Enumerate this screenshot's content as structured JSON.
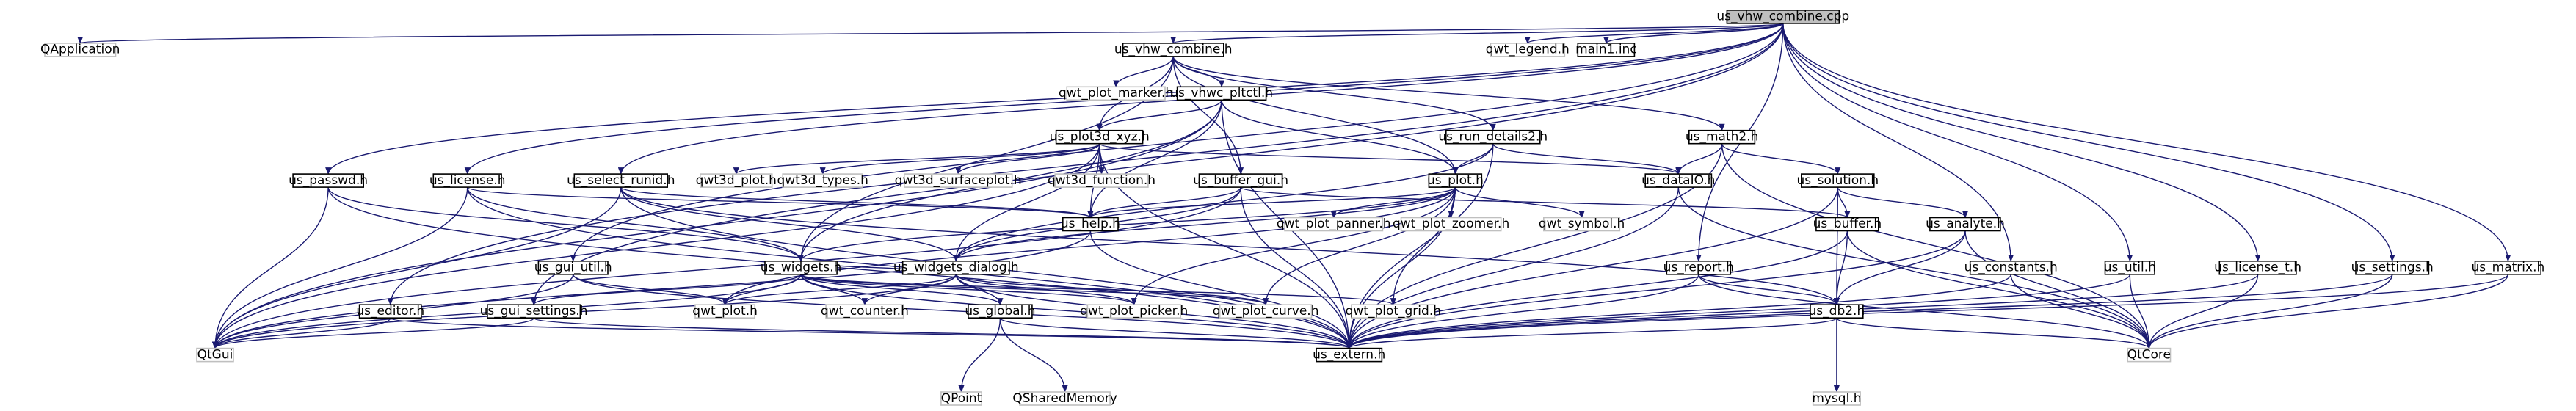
{
  "graph": {
    "root": "us_vhw_combine.cpp",
    "nodes": {
      "root": {
        "label": "us_vhw_combine.cpp",
        "kind": "main"
      },
      "QApplication": {
        "label": "QApplication",
        "kind": "ext"
      },
      "us_vhw_combine_h": {
        "label": "us_vhw_combine.h",
        "kind": "hdr"
      },
      "qwt_plot_marker": {
        "label": "qwt_plot_marker.h",
        "kind": "ext"
      },
      "us_vhwc_pltctl": {
        "label": "us_vhwc_pltctl.h",
        "kind": "hdr"
      },
      "us_plot3d_xyz": {
        "label": "us_plot3d_xyz.h",
        "kind": "hdr"
      },
      "us_run_details2": {
        "label": "us_run_details2.h",
        "kind": "hdr"
      },
      "us_math2": {
        "label": "us_math2.h",
        "kind": "hdr"
      },
      "qwt_legend": {
        "label": "qwt_legend.h",
        "kind": "ext"
      },
      "main1": {
        "label": "main1.inc",
        "kind": "hdr"
      },
      "us_passwd": {
        "label": "us_passwd.h",
        "kind": "hdr"
      },
      "us_license": {
        "label": "us_license.h",
        "kind": "hdr"
      },
      "us_select_runid": {
        "label": "us_select_runid.h",
        "kind": "hdr"
      },
      "qwt3d_plot": {
        "label": "qwt3d_plot.h",
        "kind": "ext"
      },
      "qwt3d_types": {
        "label": "qwt3d_types.h",
        "kind": "ext"
      },
      "qwt3d_surfaceplot": {
        "label": "qwt3d_surfaceplot.h",
        "kind": "ext"
      },
      "qwt3d_function": {
        "label": "qwt3d_function.h",
        "kind": "ext"
      },
      "us_buffer_gui": {
        "label": "us_buffer_gui.h",
        "kind": "hdr"
      },
      "us_plot": {
        "label": "us_plot.h",
        "kind": "hdr"
      },
      "us_dataIO": {
        "label": "us_dataIO.h",
        "kind": "hdr"
      },
      "us_solution": {
        "label": "us_solution.h",
        "kind": "hdr"
      },
      "us_help": {
        "label": "us_help.h",
        "kind": "hdr"
      },
      "qwt_plot_panner": {
        "label": "qwt_plot_panner.h",
        "kind": "ext"
      },
      "qwt_plot_zoomer": {
        "label": "qwt_plot_zoomer.h",
        "kind": "ext"
      },
      "qwt_symbol": {
        "label": "qwt_symbol.h",
        "kind": "ext"
      },
      "us_buffer": {
        "label": "us_buffer.h",
        "kind": "hdr"
      },
      "us_analyte": {
        "label": "us_analyte.h",
        "kind": "hdr"
      },
      "us_gui_util": {
        "label": "us_gui_util.h",
        "kind": "hdr"
      },
      "us_widgets": {
        "label": "us_widgets.h",
        "kind": "hdr"
      },
      "us_widgets_dialog": {
        "label": "us_widgets_dialog.h",
        "kind": "hdr"
      },
      "us_report": {
        "label": "us_report.h",
        "kind": "hdr"
      },
      "us_db2": {
        "label": "us_db2.h",
        "kind": "hdr"
      },
      "us_constants": {
        "label": "us_constants.h",
        "kind": "hdr"
      },
      "us_util": {
        "label": "us_util.h",
        "kind": "hdr"
      },
      "us_license_t": {
        "label": "us_license_t.h",
        "kind": "hdr"
      },
      "us_settings": {
        "label": "us_settings.h",
        "kind": "hdr"
      },
      "us_matrix": {
        "label": "us_matrix.h",
        "kind": "hdr"
      },
      "us_editor": {
        "label": "us_editor.h",
        "kind": "hdr"
      },
      "us_gui_settings": {
        "label": "us_gui_settings.h",
        "kind": "hdr"
      },
      "qwt_plot": {
        "label": "qwt_plot.h",
        "kind": "ext"
      },
      "qwt_counter": {
        "label": "qwt_counter.h",
        "kind": "ext"
      },
      "us_global": {
        "label": "us_global.h",
        "kind": "hdr"
      },
      "qwt_plot_picker": {
        "label": "qwt_plot_picker.h",
        "kind": "ext"
      },
      "qwt_plot_curve": {
        "label": "qwt_plot_curve.h",
        "kind": "ext"
      },
      "qwt_plot_grid": {
        "label": "qwt_plot_grid.h",
        "kind": "ext"
      },
      "QtGui": {
        "label": "QtGui",
        "kind": "ext"
      },
      "us_extern": {
        "label": "us_extern.h",
        "kind": "hdr"
      },
      "QPoint": {
        "label": "QPoint",
        "kind": "ext"
      },
      "QSharedMemory": {
        "label": "QSharedMemory",
        "kind": "ext"
      },
      "mysql": {
        "label": "mysql.h",
        "kind": "ext"
      },
      "QtCore": {
        "label": "QtCore",
        "kind": "ext"
      }
    },
    "edges": [
      [
        "root",
        "QApplication"
      ],
      [
        "root",
        "us_vhw_combine_h"
      ],
      [
        "root",
        "qwt_legend"
      ],
      [
        "root",
        "main1"
      ],
      [
        "root",
        "us_passwd"
      ],
      [
        "root",
        "us_license"
      ],
      [
        "root",
        "us_select_runid"
      ],
      [
        "root",
        "us_gui_util"
      ],
      [
        "root",
        "us_gui_settings"
      ],
      [
        "root",
        "us_editor"
      ],
      [
        "root",
        "us_report"
      ],
      [
        "root",
        "us_constants"
      ],
      [
        "root",
        "us_util"
      ],
      [
        "root",
        "us_license_t"
      ],
      [
        "root",
        "us_settings"
      ],
      [
        "root",
        "us_matrix"
      ],
      [
        "us_vhw_combine_h",
        "qwt_plot_marker"
      ],
      [
        "us_vhw_combine_h",
        "us_vhwc_pltctl"
      ],
      [
        "us_vhw_combine_h",
        "us_plot3d_xyz"
      ],
      [
        "us_vhw_combine_h",
        "us_run_details2"
      ],
      [
        "us_vhw_combine_h",
        "us_math2"
      ],
      [
        "us_vhw_combine_h",
        "us_buffer_gui"
      ],
      [
        "us_vhw_combine_h",
        "us_plot"
      ],
      [
        "us_vhw_combine_h",
        "us_widgets"
      ],
      [
        "us_vhwc_pltctl",
        "us_plot3d_xyz"
      ],
      [
        "us_vhwc_pltctl",
        "us_plot"
      ],
      [
        "us_vhwc_pltctl",
        "us_widgets"
      ],
      [
        "us_vhwc_pltctl",
        "us_help"
      ],
      [
        "us_vhwc_pltctl",
        "QtGui"
      ],
      [
        "us_vhwc_pltctl",
        "us_extern"
      ],
      [
        "us_plot3d_xyz",
        "qwt3d_plot"
      ],
      [
        "us_plot3d_xyz",
        "qwt3d_types"
      ],
      [
        "us_plot3d_xyz",
        "qwt3d_surfaceplot"
      ],
      [
        "us_plot3d_xyz",
        "qwt3d_function"
      ],
      [
        "us_plot3d_xyz",
        "us_widgets_dialog"
      ],
      [
        "us_plot3d_xyz",
        "us_help"
      ],
      [
        "us_plot3d_xyz",
        "us_dataIO"
      ],
      [
        "us_plot3d_xyz",
        "QtGui"
      ],
      [
        "us_plot3d_xyz",
        "us_extern"
      ],
      [
        "us_run_details2",
        "us_plot"
      ],
      [
        "us_run_details2",
        "us_widgets_dialog"
      ],
      [
        "us_run_details2",
        "us_dataIO"
      ],
      [
        "us_run_details2",
        "us_extern"
      ],
      [
        "us_math2",
        "us_dataIO"
      ],
      [
        "us_math2",
        "us_solution"
      ],
      [
        "us_math2",
        "us_extern"
      ],
      [
        "us_math2",
        "QtCore"
      ],
      [
        "us_passwd",
        "us_widgets"
      ],
      [
        "us_passwd",
        "QtGui"
      ],
      [
        "us_passwd",
        "us_extern"
      ],
      [
        "us_license",
        "us_widgets"
      ],
      [
        "us_license",
        "us_help"
      ],
      [
        "us_license",
        "QtGui"
      ],
      [
        "us_license",
        "us_extern"
      ],
      [
        "us_select_runid",
        "us_widgets_dialog"
      ],
      [
        "us_select_runid",
        "us_help"
      ],
      [
        "us_select_runid",
        "us_db2"
      ],
      [
        "us_select_runid",
        "QtGui"
      ],
      [
        "us_select_runid",
        "us_extern"
      ],
      [
        "us_buffer_gui",
        "us_widgets_dialog"
      ],
      [
        "us_buffer_gui",
        "us_help"
      ],
      [
        "us_buffer_gui",
        "us_buffer"
      ],
      [
        "us_buffer_gui",
        "QtGui"
      ],
      [
        "us_buffer_gui",
        "us_extern"
      ],
      [
        "us_plot",
        "qwt_plot_panner"
      ],
      [
        "us_plot",
        "qwt_plot_zoomer"
      ],
      [
        "us_plot",
        "qwt_symbol"
      ],
      [
        "us_plot",
        "us_widgets_dialog"
      ],
      [
        "us_plot",
        "us_widgets"
      ],
      [
        "us_plot",
        "us_help"
      ],
      [
        "us_plot",
        "qwt_plot"
      ],
      [
        "us_plot",
        "qwt_plot_picker"
      ],
      [
        "us_plot",
        "qwt_plot_curve"
      ],
      [
        "us_plot",
        "qwt_plot_grid"
      ],
      [
        "us_plot",
        "us_extern"
      ],
      [
        "us_dataIO",
        "us_extern"
      ],
      [
        "us_dataIO",
        "QtCore"
      ],
      [
        "us_solution",
        "us_buffer"
      ],
      [
        "us_solution",
        "us_analyte"
      ],
      [
        "us_solution",
        "us_db2"
      ],
      [
        "us_solution",
        "us_extern"
      ],
      [
        "us_buffer",
        "us_db2"
      ],
      [
        "us_buffer",
        "us_extern"
      ],
      [
        "us_buffer",
        "QtCore"
      ],
      [
        "us_analyte",
        "us_db2"
      ],
      [
        "us_analyte",
        "us_extern"
      ],
      [
        "us_analyte",
        "QtCore"
      ],
      [
        "us_help",
        "QtGui"
      ],
      [
        "us_help",
        "us_extern"
      ],
      [
        "us_gui_util",
        "qwt_plot"
      ],
      [
        "us_gui_util",
        "QtGui"
      ],
      [
        "us_gui_util",
        "us_extern"
      ],
      [
        "us_widgets",
        "us_gui_settings"
      ],
      [
        "us_widgets",
        "qwt_plot"
      ],
      [
        "us_widgets",
        "qwt_counter"
      ],
      [
        "us_widgets",
        "us_global"
      ],
      [
        "us_widgets",
        "qwt_plot_picker"
      ],
      [
        "us_widgets",
        "qwt_plot_curve"
      ],
      [
        "us_widgets",
        "qwt_plot_grid"
      ],
      [
        "us_widgets",
        "QtGui"
      ],
      [
        "us_widgets",
        "us_extern"
      ],
      [
        "us_widgets_dialog",
        "us_widgets"
      ],
      [
        "us_widgets_dialog",
        "qwt_plot"
      ],
      [
        "us_widgets_dialog",
        "qwt_counter"
      ],
      [
        "us_widgets_dialog",
        "us_global"
      ],
      [
        "us_widgets_dialog",
        "qwt_plot_picker"
      ],
      [
        "us_widgets_dialog",
        "qwt_plot_curve"
      ],
      [
        "us_widgets_dialog",
        "QtGui"
      ],
      [
        "us_widgets_dialog",
        "us_extern"
      ],
      [
        "us_report",
        "us_db2"
      ],
      [
        "us_report",
        "us_extern"
      ],
      [
        "us_report",
        "QtCore"
      ],
      [
        "us_db2",
        "mysql"
      ],
      [
        "us_db2",
        "us_extern"
      ],
      [
        "us_db2",
        "QtCore"
      ],
      [
        "us_constants",
        "us_extern"
      ],
      [
        "us_constants",
        "QtCore"
      ],
      [
        "us_util",
        "us_extern"
      ],
      [
        "us_util",
        "QtCore"
      ],
      [
        "us_license_t",
        "us_extern"
      ],
      [
        "us_license_t",
        "QtCore"
      ],
      [
        "us_settings",
        "us_extern"
      ],
      [
        "us_settings",
        "QtCore"
      ],
      [
        "us_matrix",
        "us_extern"
      ],
      [
        "us_matrix",
        "QtCore"
      ],
      [
        "us_editor",
        "QtGui"
      ],
      [
        "us_editor",
        "us_extern"
      ],
      [
        "us_gui_settings",
        "QtGui"
      ],
      [
        "us_gui_settings",
        "us_extern"
      ],
      [
        "us_global",
        "QPoint"
      ],
      [
        "us_global",
        "QSharedMemory"
      ],
      [
        "us_global",
        "us_extern"
      ]
    ]
  }
}
